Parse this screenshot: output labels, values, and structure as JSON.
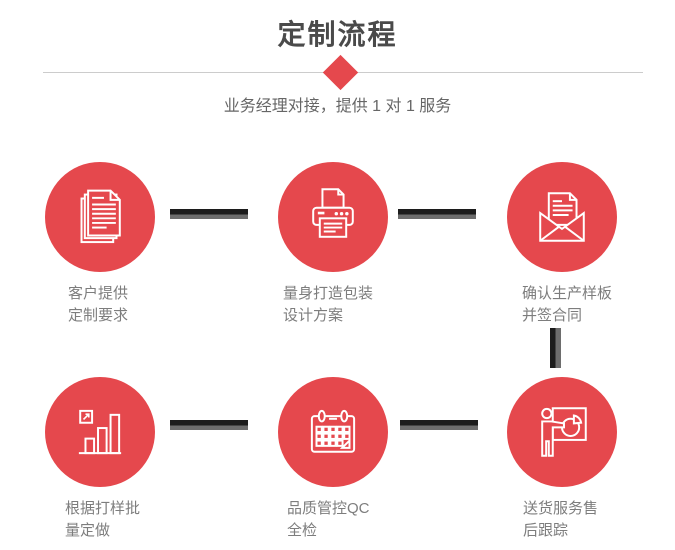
{
  "header": {
    "title": "定制流程",
    "subtitle": "业务经理对接，提供 1 对 1 服务"
  },
  "colors": {
    "accent_red": "#e5484d",
    "title_gray": "#4a4a4a",
    "label_gray": "#7d7d7d",
    "connector_black": "#1c1c1c",
    "connector_gray": "#6d6d6d",
    "divider_gray": "#cccccc"
  },
  "steps": [
    {
      "icon": "documents-icon",
      "line1": "客户提供",
      "line2": "定制要求"
    },
    {
      "icon": "printer-icon",
      "line1": "量身打造包装",
      "line2": "设计方案"
    },
    {
      "icon": "envelope-open-icon",
      "line1": "确认生产样板",
      "line2": "并签合同"
    },
    {
      "icon": "bar-chart-icon",
      "line1": "根据打样批",
      "line2": "量定做"
    },
    {
      "icon": "calendar-icon",
      "line1": "品质管控QC",
      "line2": "全检"
    },
    {
      "icon": "presentation-icon",
      "line1": "送货服务售",
      "line2": "后跟踪"
    }
  ]
}
